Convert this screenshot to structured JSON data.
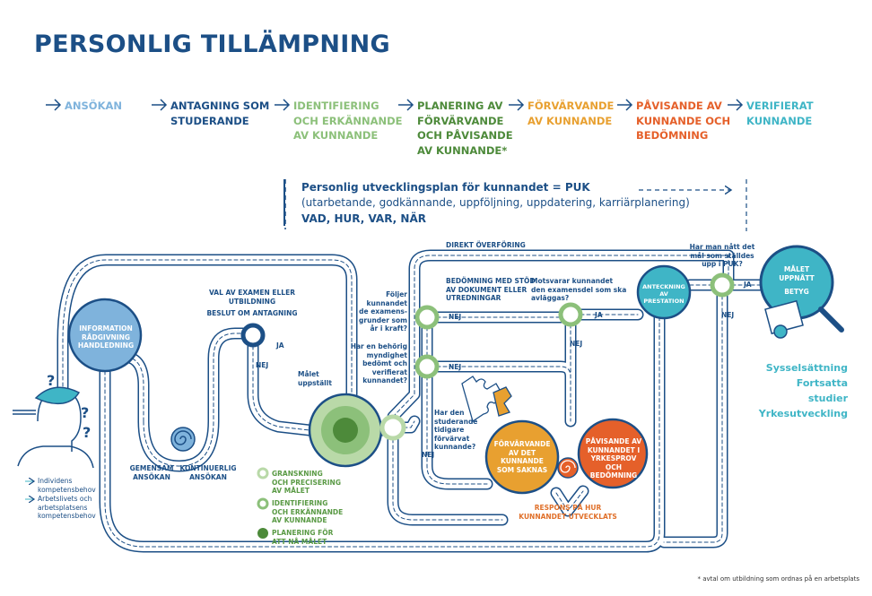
{
  "title": "PERSONLIG TILLÄMPNING",
  "stages": [
    {
      "label": "ANSÖKAN",
      "color": "#7fb3dc"
    },
    {
      "label": "ANTAGNING SOM\nSTUDERANDE",
      "color": "#1c4f86"
    },
    {
      "label": "IDENTIFIERING\nOCH ERKÄNNANDE\nAV KUNNANDE",
      "color": "#8cc07a"
    },
    {
      "label": "PLANERING AV\nFÖRVÄRVANDE\nOCH PÅVISANDE\nAV KUNNANDE*",
      "color": "#4d8a3a"
    },
    {
      "label": "FÖRVÄRVANDE\nAV KUNNANDE",
      "color": "#e8a030"
    },
    {
      "label": "PÅVISANDE AV\nKUNNANDE OCH\nBEDÖMNING",
      "color": "#e5602a"
    },
    {
      "label": "VERIFIERAT\nKUNNANDE",
      "color": "#3fb5c6"
    }
  ],
  "puk": {
    "line1": "Personlig utvecklingsplan för kunnandet = PUK",
    "line2": "(utarbetande, godkännande, uppföljning, uppdatering, karriärplanering)",
    "line3": "VAD, HUR, VAR, NÄR"
  },
  "diagram": {
    "info_circle": "INFORMATION\nRÅDGIVNING\nHANDLEDNING",
    "exam_choice": "VAL AV EXAMEN ELLER\nUTBILDNING",
    "admission_decision": "BESLUT OM ANTAGNING",
    "ja": "JA",
    "nej": "NEJ",
    "joint_application": "GEMENSAM\nANSÖKAN",
    "continuous_application": "KONTINUERLIG\nANSÖKAN",
    "goal_set": "Målet\nuppställt",
    "direct_transfer": "DIREKT ÖVERFÖRING",
    "q_exam_basis": "Följer\nkunnandet\nde examens-\ngrunder som\når i kraft?",
    "q_authority": "Har en behörig\nmyndighet\nbedömt och\nverifierat\nkunnandet?",
    "q_prior": "Har den\nstuderande\ntidigare\nförvärvat\nkunnande?",
    "assessment_docs": "BEDÖMNING MED STÖD\nAV DOKUMENT ELLER\nUTREDNINGAR",
    "q_match": "Motsvarar kunnandet\nden examensdel som ska\navläggas?",
    "record": "ANTECKNING\nAV PRESTATION",
    "q_goal": "Har man nått det\nmål som ställdes\nupp i PUK?",
    "goal_reached": "MÅLET\nUPPNÅTT",
    "grade": "BETYG",
    "acquire_missing": "FÖRVÄRVANDE\nAV DET\nKUNNANDE\nSOM SAKNAS",
    "demonstrate": "PÅVISANDE AV\nKUNNANDET I\nYRKESPROV OCH\nBEDÖMNING",
    "feedback": "RESPONS PÅ HUR\nKUNNANDET UTVECKLATS"
  },
  "legend": [
    {
      "label": "GRANSKNING\nOCH PRECISERING\nAV MÅLET",
      "color": "#b9d9a8"
    },
    {
      "label": "IDENTIFIERING\nOCH ERKÄNNANDE\nAV KUNNANDE",
      "color": "#8cc07a"
    },
    {
      "label": "PLANERING FÖR\nATT NÅ MÅLET",
      "color": "#4d8a3a"
    }
  ],
  "needs": [
    {
      "label": "Individens\nkompetensbehov"
    },
    {
      "label": "Arbetslivets och\narbetsplatsens\nkompetensbehov"
    }
  ],
  "outcomes": [
    "Sysselsättning",
    "Fortsatta studier",
    "Yrkesutveckling"
  ],
  "footnote": "* avtal om utbildning som ordnas på en arbetsplats",
  "colors": {
    "navy": "#1c4f86",
    "light_blue": "#7fb3dc",
    "teal": "#3fb5c6",
    "green": "#4d8a3a",
    "light_green": "#8cc07a",
    "orange": "#e8a030",
    "red_orange": "#e5602a"
  }
}
